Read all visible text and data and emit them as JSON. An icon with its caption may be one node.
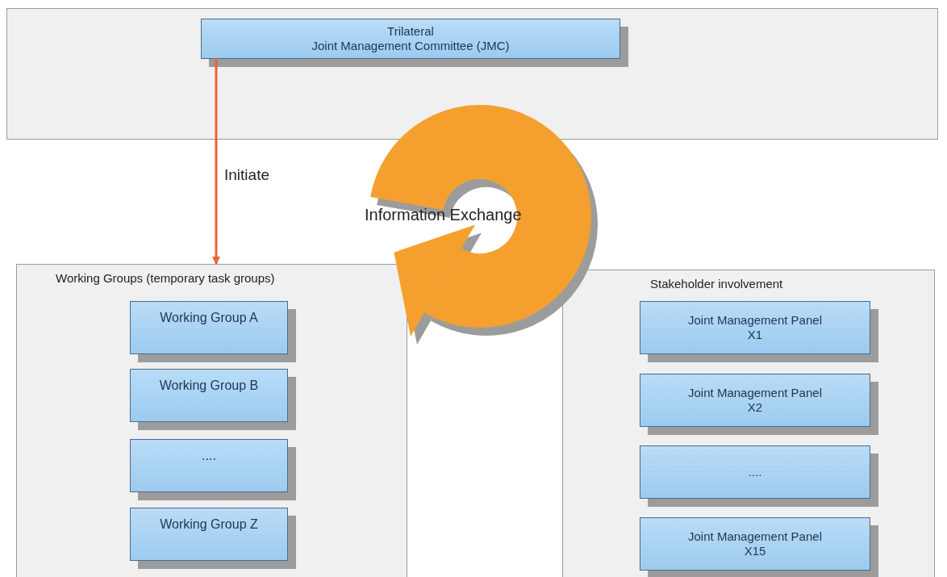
{
  "diagram": {
    "nodes": [
      {
        "text": [],
        "shape": "box"
      },
      {
        "text": [
          "Trilateral",
          "Joint Management Committee (JMC)"
        ],
        "in": 0
      },
      {
        "text": [
          "Working Groups (temporary task groups)"
        ]
      },
      {
        "text": [
          "Working Group A"
        ],
        "in": 2
      },
      {
        "text": [
          "Working Group B"
        ],
        "in": 2
      },
      {
        "text": [
          "...."
        ],
        "in": 2
      },
      {
        "text": [
          "Working Group Z"
        ],
        "in": 2
      },
      {
        "text": [
          "Stakeholder involvement"
        ]
      },
      {
        "text": [
          "Joint Management Panel X1"
        ],
        "in": 7
      },
      {
        "text": [
          "Joint Management Panel X2"
        ],
        "in": 7
      },
      {
        "text": [
          "...."
        ],
        "in": 7
      },
      {
        "text": [
          "Joint Management Panel X15"
        ],
        "in": 7
      }
    ],
    "edges": [
      {
        "from": 1,
        "to": 2,
        "arrow": "to",
        "label": "Initiate",
        "color": "#e8643c"
      }
    ],
    "labels": [
      "Information Exchange"
    ]
  }
}
